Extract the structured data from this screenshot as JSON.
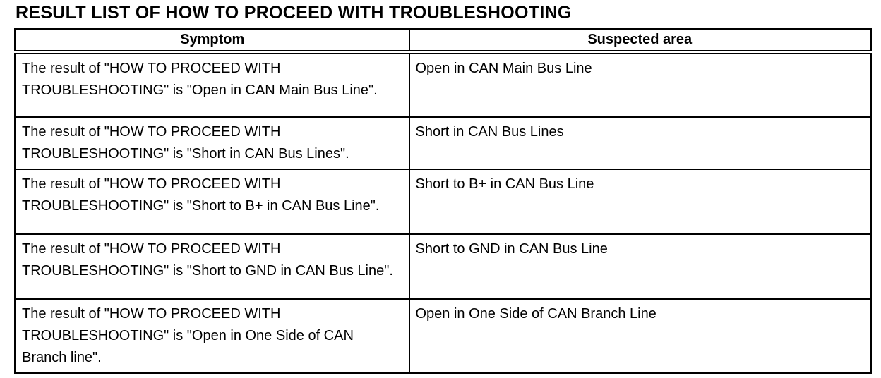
{
  "page": {
    "title": "RESULT LIST OF HOW TO PROCEED WITH TROUBLESHOOTING"
  },
  "colors": {
    "text": "#000000",
    "background": "#ffffff",
    "border": "#000000"
  },
  "table": {
    "columns": [
      "Symptom",
      "Suspected area"
    ],
    "rows": [
      {
        "symptom": "The result of \"HOW TO PROCEED WITH TROUBLESHOOTING\" is \"Open in CAN Main Bus Line\".",
        "suspected_area": "Open in CAN Main Bus Line"
      },
      {
        "symptom": "The result of \"HOW TO PROCEED WITH TROUBLESHOOTING\" is \"Short in CAN Bus Lines\".",
        "suspected_area": "Short in CAN Bus Lines"
      },
      {
        "symptom": "The result of \"HOW TO PROCEED WITH TROUBLESHOOTING\" is \"Short to B+ in CAN Bus Line\".",
        "suspected_area": "Short to B+ in CAN Bus Line"
      },
      {
        "symptom": "The result of \"HOW TO PROCEED WITH TROUBLESHOOTING\" is \"Short to GND in CAN Bus Line\".",
        "suspected_area": "Short to GND in CAN Bus Line"
      },
      {
        "symptom": "The result of \"HOW TO PROCEED WITH TROUBLESHOOTING\" is \"Open in One Side of CAN Branch line\".",
        "suspected_area": "Open in One Side of CAN Branch Line"
      }
    ]
  }
}
